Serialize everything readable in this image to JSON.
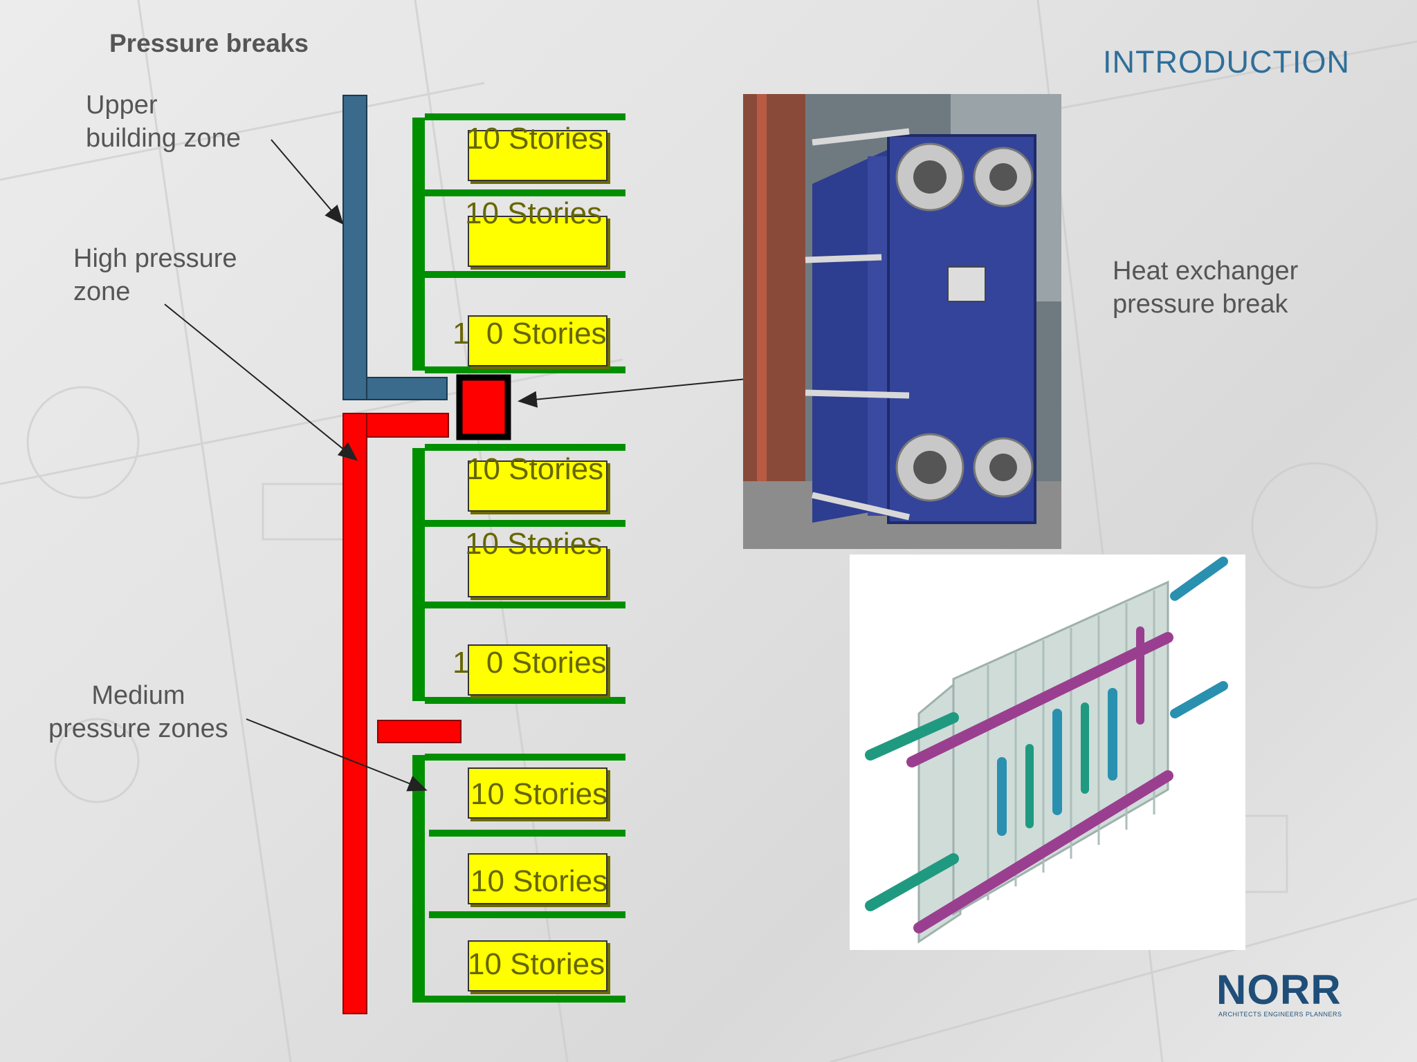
{
  "slide": {
    "title": "Pressure breaks",
    "section": "INTRODUCTION"
  },
  "labels": {
    "upper_zone": [
      "Upper",
      "building zone"
    ],
    "high_zone": [
      "High pressure",
      "zone"
    ],
    "medium_zone": [
      "Medium",
      "pressure zones"
    ],
    "hx_caption": [
      "Heat exchanger",
      "pressure break"
    ]
  },
  "stories": [
    "10 Stories",
    "10 Stories",
    "1  0 Stories",
    "10 Stories",
    "10 Stories",
    "1  0 Stories",
    "10 Stories",
    "10 Stories",
    "10 Stories"
  ],
  "logo": {
    "word": "NORR",
    "tagline": "ARCHITECTS  ENGINEERS  PLANNERS"
  },
  "colors": {
    "upper_pipe": "#3a6a8c",
    "high_pipe": "#ff0000",
    "branch": "#008f00",
    "story_fill": "#ffff00",
    "heading": "#2f6f99",
    "logo": "#1f4e79"
  }
}
